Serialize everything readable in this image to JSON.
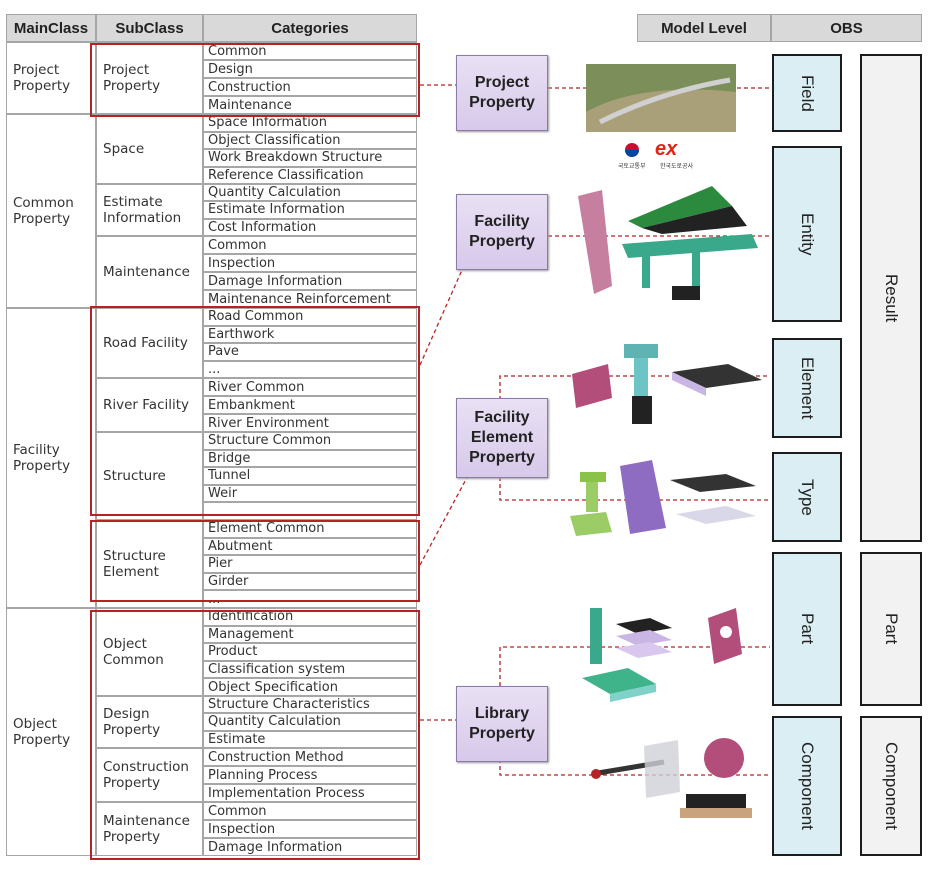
{
  "headers": {
    "main": "MainClass",
    "sub": "SubClass",
    "cat": "Categories",
    "model": "Model Level",
    "obs": "OBS"
  },
  "main_classes": [
    "Project Property",
    "Common Property",
    "Facility Property",
    "Object Property"
  ],
  "sub_classes": [
    "Project Property",
    "Space",
    "Estimate Information",
    "Maintenance",
    "Road Facility",
    "River Facility",
    "Structure",
    "Structure Element",
    "Object Common",
    "Design Property",
    "Construction Property",
    "Maintenance Property"
  ],
  "categories": [
    "Common",
    "Design",
    "Construction",
    "Maintenance",
    "Space Information",
    "Object Classification",
    "Work Breakdown Structure",
    "Reference Classification",
    "Quantity Calculation",
    "Estimate Information",
    "Cost Information",
    "Common",
    "Inspection",
    "Damage Information",
    "Maintenance Reinforcement",
    "Road Common",
    "Earthwork",
    "Pave",
    "...",
    "River Common",
    "Embankment",
    "River Environment",
    "Structure Common",
    "Bridge",
    "Tunnel",
    "Weir",
    "",
    "Element Common",
    "Abutment",
    "Pier",
    "Girder",
    "...",
    "Identification",
    "Management",
    "Product",
    "Classification system",
    "Object Specification",
    "Structure Characteristics",
    "Quantity Calculation",
    "Estimate",
    "Construction Method",
    "Planning Process",
    "Implementation Process",
    "Common",
    "Inspection",
    "Damage Information"
  ],
  "model_levels": [
    "Project Property",
    "Facility Property",
    "Facility Element Property",
    "Library Property"
  ],
  "obs_levels": [
    "Field",
    "Entity",
    "Element",
    "Type",
    "Part",
    "Component"
  ],
  "obs_groups": [
    "Result",
    "Part",
    "Component"
  ],
  "logos": {
    "left": "국토교통부",
    "right": "한국도로공사"
  },
  "colors": {
    "red": "#b52424",
    "obs_fill": "#daeef3",
    "model_fill": "#d7c9ea"
  }
}
